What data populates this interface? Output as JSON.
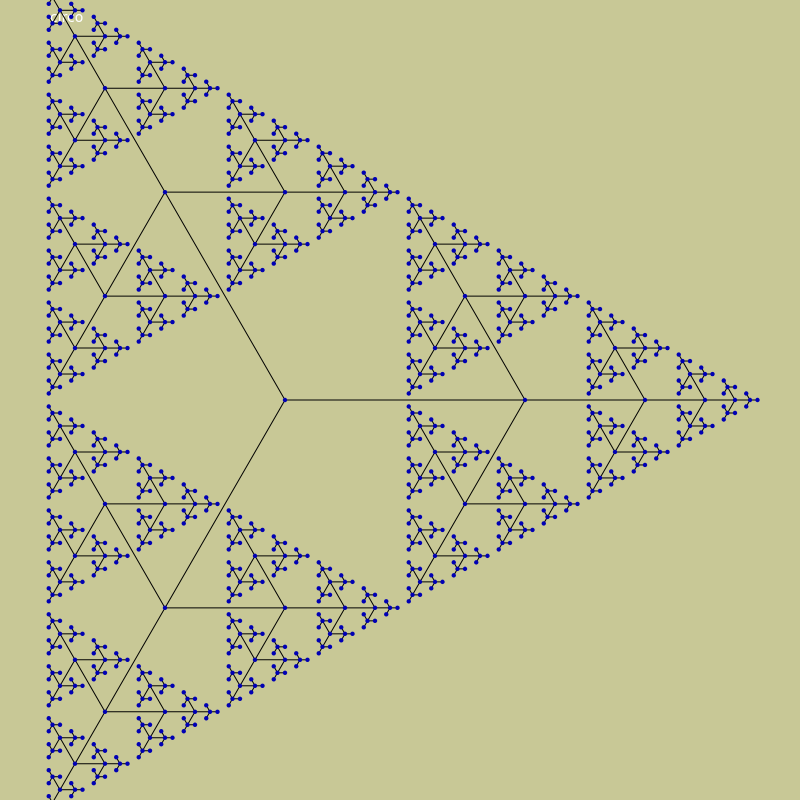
{
  "layout_label": "circo",
  "colors": {
    "background": "#c8c896",
    "edge": "#000000",
    "node": "#0000b4",
    "label": "#ffffff"
  },
  "graph": {
    "kind": "ternary fractal tree",
    "depth": 6,
    "children_per_node": 3
  }
}
